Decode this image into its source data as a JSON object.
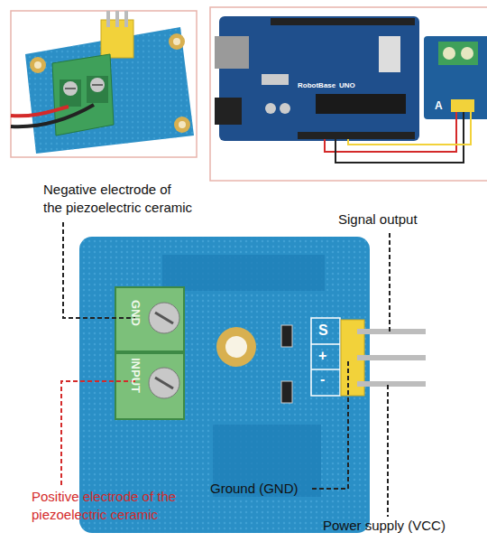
{
  "diagram": {
    "labels": [
      "Negative electrode of the piezoelectric ceramic",
      "Signal output",
      "GND",
      "INPUT",
      "S",
      "+",
      "-",
      "Ground (GND)",
      "Positive electrode of the piezoelectric ceramic",
      "Power supply (VCC)",
      "RobotBase",
      "UNO",
      "A"
    ]
  }
}
